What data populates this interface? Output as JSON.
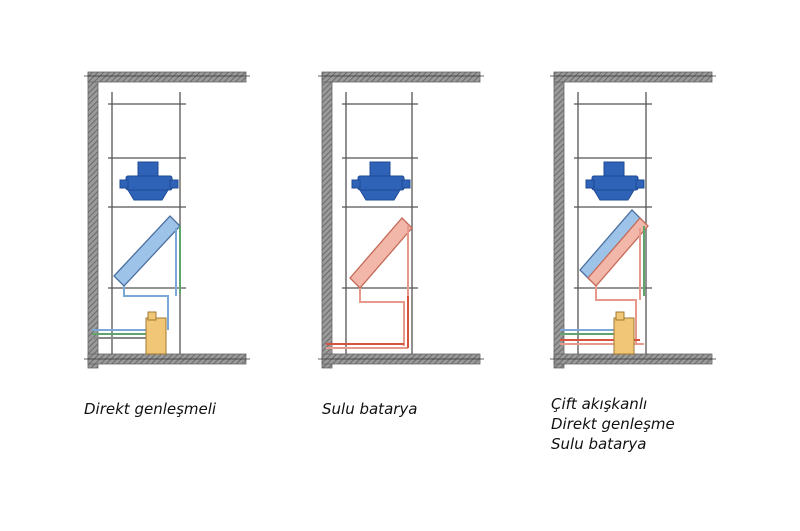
{
  "panels": [
    {
      "id": "direct",
      "caption_lines": [
        "Direkt genleşmeli"
      ]
    },
    {
      "id": "water",
      "caption_lines": [
        "Sulu batarya"
      ]
    },
    {
      "id": "dual",
      "caption_lines": [
        "Çift akışkanlı",
        "Direkt genleşme",
        "Sulu batarya"
      ]
    }
  ],
  "colors": {
    "fan": "#2f63b8",
    "fan_dark": "#1e4a93",
    "coil_direct": "#9ec3e8",
    "coil_water": "#f2b7a8",
    "pipe_blue": "#7aa9d8",
    "pipe_green": "#5fa56b",
    "pipe_red": "#d8533f",
    "pipe_pink": "#e79a8c",
    "tank": "#f1c677",
    "wall": "#7b7b7b",
    "line": "#555555"
  }
}
